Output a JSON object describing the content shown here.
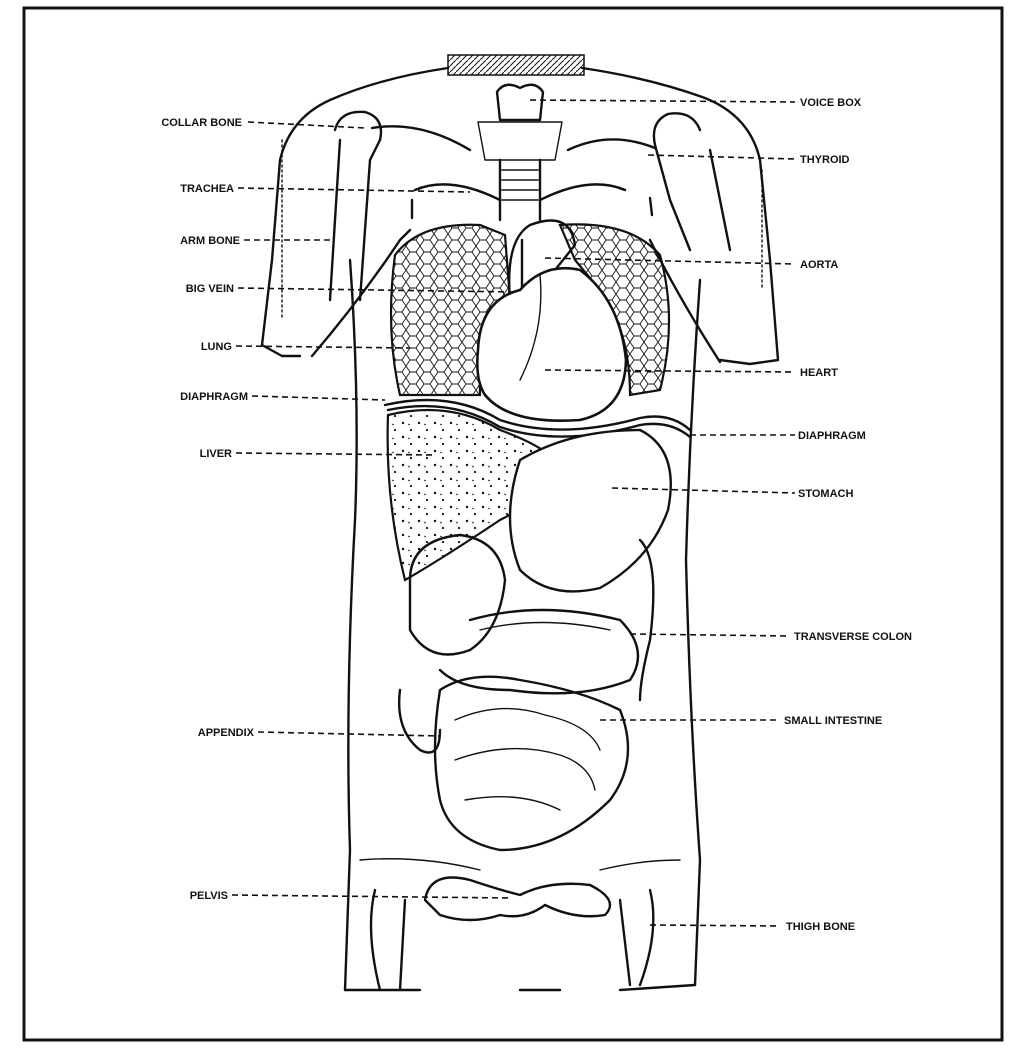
{
  "diagram": {
    "labels_left": [
      {
        "id": "collar-bone",
        "text": "COLLAR BONE"
      },
      {
        "id": "trachea",
        "text": "TRACHEA"
      },
      {
        "id": "arm-bone",
        "text": "ARM BONE"
      },
      {
        "id": "big-vein",
        "text": "BIG VEIN"
      },
      {
        "id": "lung",
        "text": "LUNG"
      },
      {
        "id": "diaphragm-left",
        "text": "DIAPHRAGM"
      },
      {
        "id": "liver",
        "text": "LIVER"
      },
      {
        "id": "appendix",
        "text": "APPENDIX"
      },
      {
        "id": "pelvis",
        "text": "PELVIS"
      }
    ],
    "labels_right": [
      {
        "id": "voice-box",
        "text": "VOICE BOX"
      },
      {
        "id": "thyroid",
        "text": "THYROID"
      },
      {
        "id": "aorta",
        "text": "AORTA"
      },
      {
        "id": "heart",
        "text": "HEART"
      },
      {
        "id": "diaphragm-right",
        "text": "DIAPHRAGM"
      },
      {
        "id": "stomach",
        "text": "STOMACH"
      },
      {
        "id": "transverse-colon",
        "text": "TRANSVERSE COLON"
      },
      {
        "id": "small-intestine",
        "text": "SMALL INTESTINE"
      },
      {
        "id": "thigh-bone",
        "text": "THIGH BONE"
      }
    ]
  }
}
